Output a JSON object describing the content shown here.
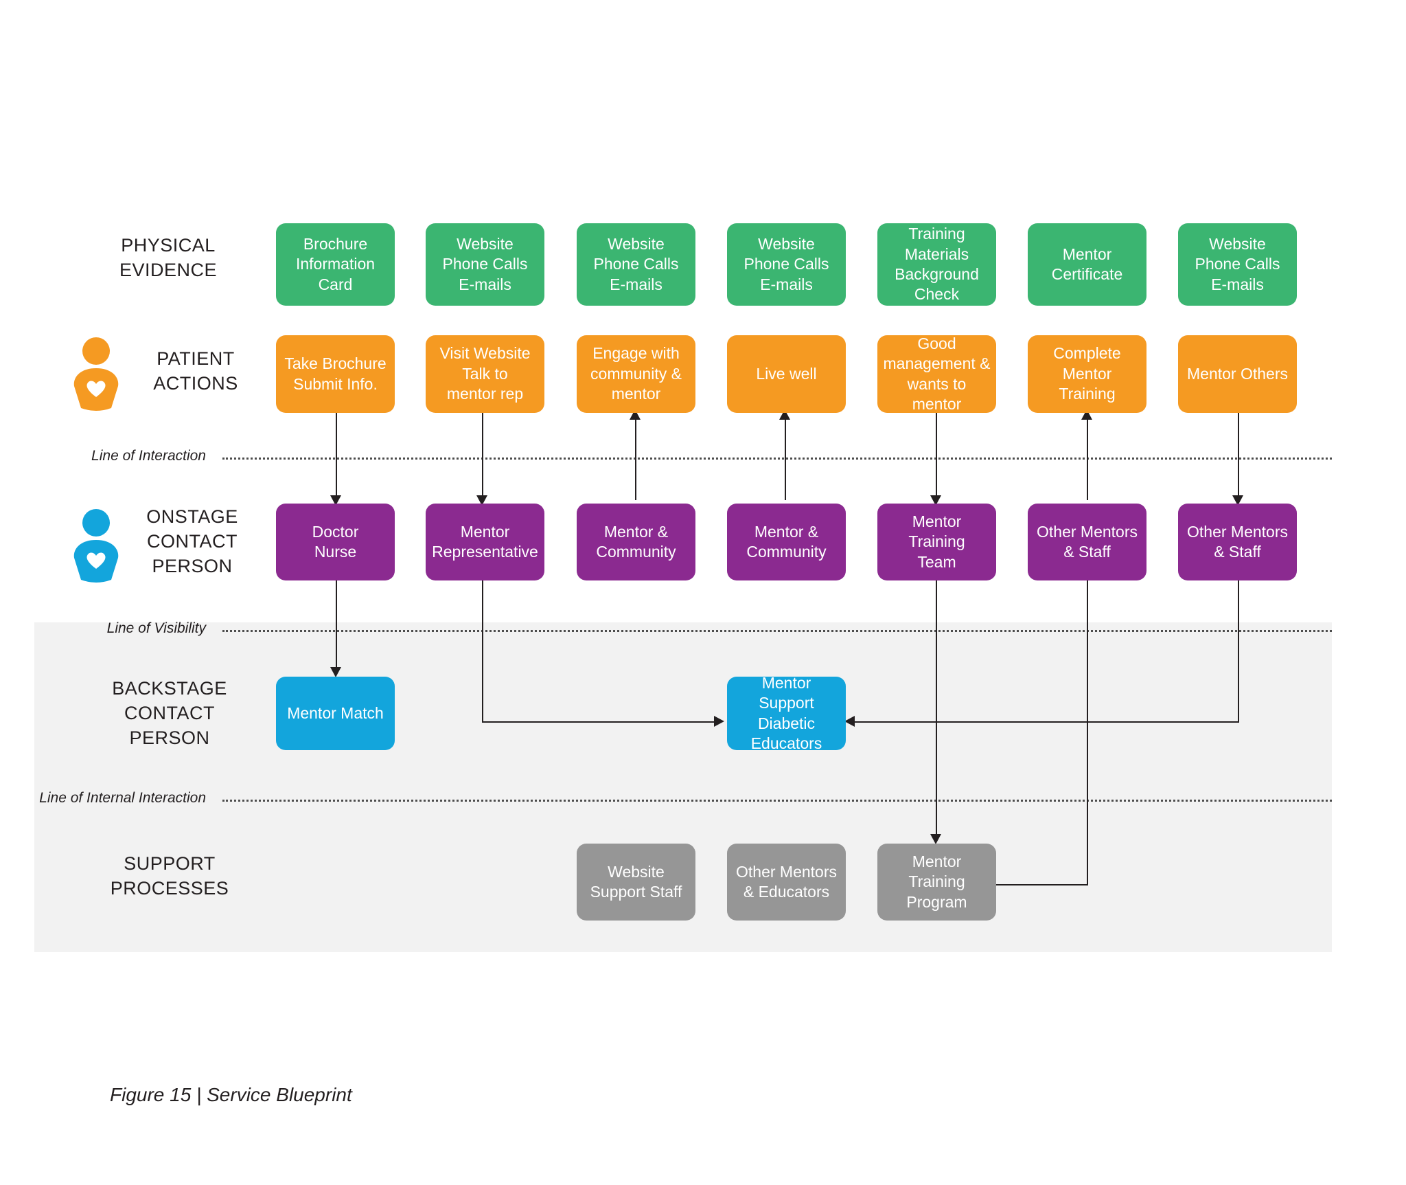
{
  "figure": {
    "caption": "Figure 15 | Service Blueprint"
  },
  "colors": {
    "physical_evidence": "#3bb571",
    "patient_actions": "#f59a22",
    "onstage": "#8b2a90",
    "backstage": "#13a5dc",
    "support": "#969696",
    "backdrop": "#f2f2f2",
    "line": "#231f20",
    "text": "#231f20"
  },
  "rows": {
    "physical_evidence": {
      "label": "PHYSICAL\nEVIDENCE",
      "icon": null,
      "nodes": [
        "Brochure\nInformation\nCard",
        "Website\nPhone Calls\nE-mails",
        "Website\nPhone Calls\nE-mails",
        "Website\nPhone Calls\nE-mails",
        "Training\nMaterials\nBackground\nCheck",
        "Mentor\nCertificate",
        "Website\nPhone Calls\nE-mails"
      ]
    },
    "patient_actions": {
      "label": "PATIENT\nACTIONS",
      "icon": "person-heart-icon",
      "nodes": [
        "Take Brochure\nSubmit Info.",
        "Visit Website\nTalk to\nmentor rep",
        "Engage with\ncommunity &\nmentor",
        "Live well",
        "Good\nmanagement &\nwants to mentor",
        "Complete\nMentor Training",
        "Mentor Others"
      ]
    },
    "onstage": {
      "label": "ONSTAGE\nCONTACT\nPERSON",
      "icon": "person-heart-icon",
      "nodes": [
        "Doctor\nNurse",
        "Mentor\nRepresentative",
        "Mentor &\nCommunity",
        "Mentor &\nCommunity",
        "Mentor Training\nTeam",
        "Other Mentors\n& Staff",
        "Other Mentors\n& Staff"
      ]
    },
    "backstage": {
      "label": "BACKSTAGE\nCONTACT\nPERSON",
      "icon": null,
      "nodes": [
        "Mentor Match",
        "Mentor Support\nDiabetic\nEducators"
      ]
    },
    "support": {
      "label": "SUPPORT\nPROCESSES",
      "icon": null,
      "nodes": [
        "Website\nSupport Staff",
        "Other Mentors\n& Educators",
        "Mentor Training\nProgram"
      ]
    }
  },
  "separators": [
    {
      "label": "Line of Interaction"
    },
    {
      "label": "Line of Visibility"
    },
    {
      "label": "Line of Internal Interaction"
    }
  ]
}
